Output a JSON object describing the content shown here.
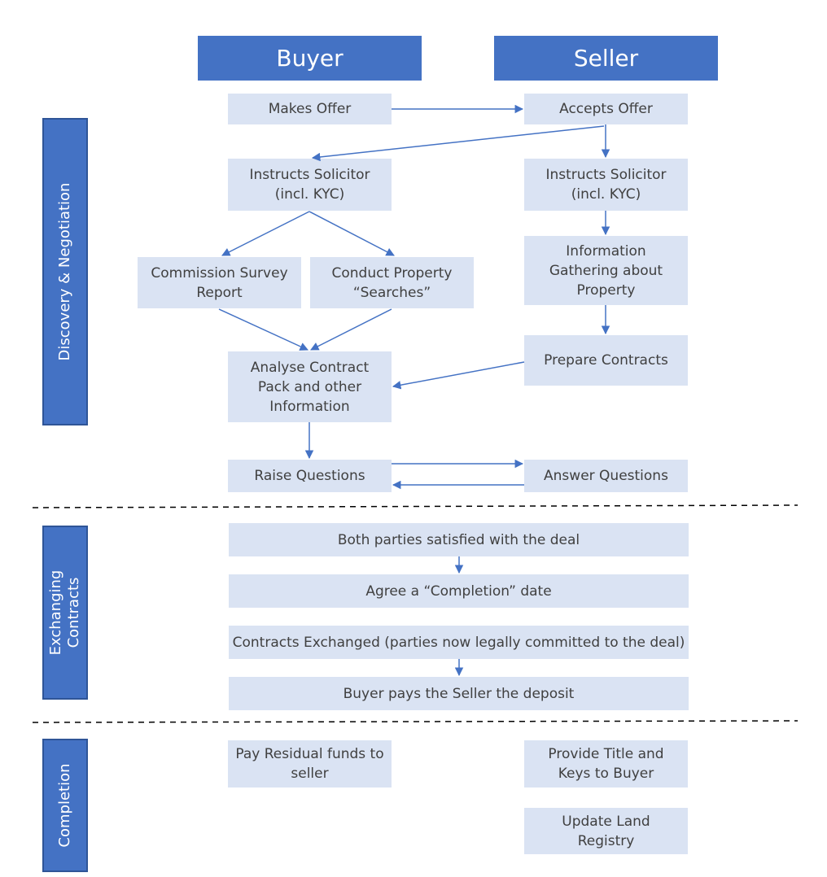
{
  "columns": {
    "buyer": "Buyer",
    "seller": "Seller"
  },
  "phases": {
    "discovery": "Discovery & Negotiation",
    "exchange": "Exchanging\nContracts",
    "completion": "Completion"
  },
  "steps": {
    "makes_offer": "Makes Offer",
    "accepts_offer": "Accepts Offer",
    "buyer_instructs": "Instructs Solicitor\n(incl. KYC)",
    "seller_instructs": "Instructs Solicitor\n(incl. KYC)",
    "commission_survey": "Commission Survey\nReport",
    "conduct_searches": "Conduct Property\n“Searches”",
    "info_gathering": "Information\nGathering about\nProperty",
    "analyse_contract": "Analyse Contract\nPack and other\nInformation",
    "prepare_contracts": "Prepare Contracts",
    "raise_questions": "Raise Questions",
    "answer_questions": "Answer Questions",
    "both_satisfied": "Both parties satisfied with the deal",
    "agree_completion": "Agree a “Completion” date",
    "contracts_exchanged": "Contracts Exchanged (parties now legally committed to the deal)",
    "pay_deposit": "Buyer pays the Seller the deposit",
    "pay_residual": "Pay Residual funds to\nseller",
    "provide_title": "Provide Title and\nKeys to Buyer",
    "update_registry": "Update Land\nRegistry"
  },
  "colors": {
    "header_fill": "#4472c4",
    "step_fill": "#dae3f3",
    "arrow": "#4472c4",
    "text": "#404040",
    "divider": "#000000"
  }
}
